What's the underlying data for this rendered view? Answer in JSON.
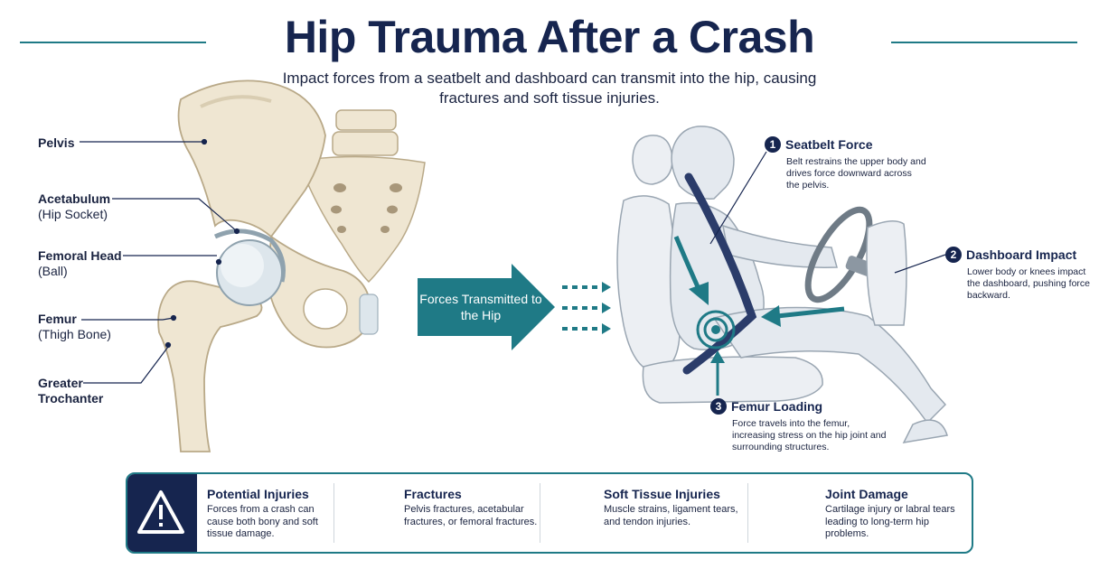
{
  "header": {
    "title": "Hip Trauma After a Crash",
    "subtitle": "Impact forces from a seatbelt and dashboard can transmit into the hip, causing fractures and soft tissue injuries."
  },
  "anatomy_labels": {
    "pelvis": "Pelvis",
    "acetabulum": "Acetabulum",
    "acetabulum_sub": "(Hip Socket)",
    "femoral_head": "Femoral Head",
    "femoral_head_sub": "(Ball)",
    "femur": "Femur",
    "femur_sub": "(Thigh Bone)",
    "trochanter_line1": "Greater",
    "trochanter_line2": "Trochanter"
  },
  "transition": {
    "label": "Forces Transmitted to the Hip"
  },
  "steps": [
    {
      "number": "1",
      "title": "Seatbelt Force",
      "text": "Belt restrains the upper body and drives force downward across the pelvis."
    },
    {
      "number": "2",
      "title": "Dashboard Impact",
      "text": "Lower body or knees impact the dashboard, pushing force backward."
    },
    {
      "number": "3",
      "title": "Femur Loading",
      "text": "Force travels into the femur, increasing stress on the hip joint and surrounding structures."
    }
  ],
  "injuries": {
    "intro": {
      "title": "Potential Injuries",
      "text": "Forces from a crash can cause both bony and soft tissue damage."
    },
    "items": [
      {
        "title": "Fractures",
        "text": "Pelvis fractures, acetabular fractures, or femoral fractures."
      },
      {
        "title": "Soft Tissue Injuries",
        "text": "Muscle strains, ligament tears, and tendon injuries."
      },
      {
        "title": "Joint Damage",
        "text": "Cartilage injury or labral tears leading to long-term hip problems."
      }
    ]
  },
  "icons": {
    "warning": "warning-triangle-icon",
    "fracture": "broken-bone-icon",
    "soft_tissue": "muscle-fiber-icon",
    "joint": "target-icon"
  },
  "colors": {
    "navy": "#16254f",
    "teal": "#1f7a86",
    "bone": "#efe6d2",
    "bone_shade": "#d9cdb2",
    "cartilage": "#dde6ec"
  }
}
